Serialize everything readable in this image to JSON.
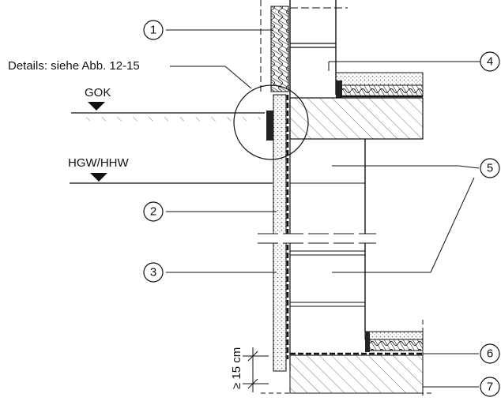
{
  "labels": {
    "details": "Details: siehe Abb. 12-15",
    "gok": "GOK",
    "hgw": "HGW/HHW",
    "dim": "≥ 15 cm"
  },
  "callouts": [
    {
      "id": "callout-1",
      "text": "1"
    },
    {
      "id": "callout-2",
      "text": "2"
    },
    {
      "id": "callout-3",
      "text": "3"
    },
    {
      "id": "callout-4",
      "text": "4"
    },
    {
      "id": "callout-5",
      "text": "5"
    },
    {
      "id": "callout-6",
      "text": "6"
    },
    {
      "id": "callout-7",
      "text": "7"
    }
  ],
  "colors": {
    "line": "#111111",
    "fill": "#ffffff",
    "hatch": "#333333"
  }
}
